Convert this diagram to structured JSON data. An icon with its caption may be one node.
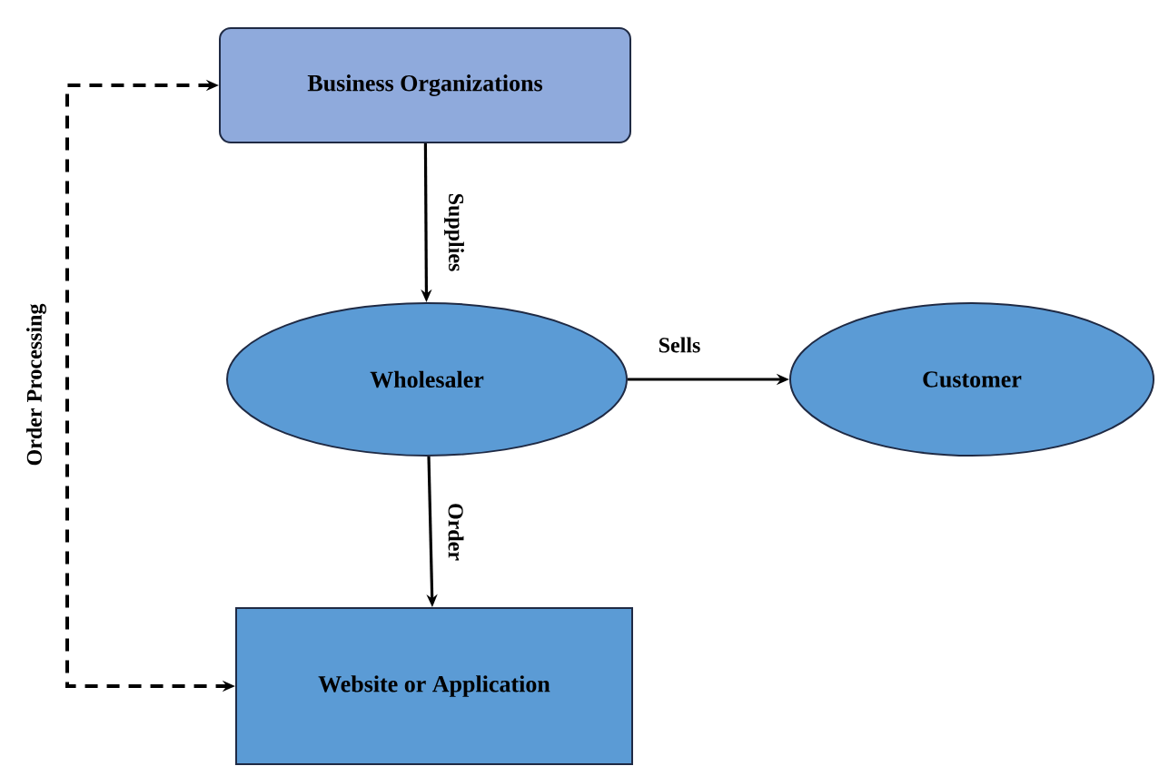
{
  "diagram": {
    "nodes": [
      {
        "text": [
          "Business Organizations"
        ]
      },
      {
        "text": [
          "Wholesaler"
        ]
      },
      {
        "text": [
          "Customer"
        ]
      },
      {
        "text": [
          "Website or Application"
        ]
      }
    ],
    "edges": [
      {
        "from": 0,
        "to": 1,
        "arrow": "to",
        "label": "Supplies"
      },
      {
        "from": 1,
        "to": 2,
        "arrow": "to",
        "label": "Sells"
      },
      {
        "from": 1,
        "to": 3,
        "arrow": "to",
        "label": "Order"
      },
      {
        "from": 0,
        "to": 3,
        "arrow": "both",
        "style": "dashed",
        "label": "Order Processing"
      }
    ]
  }
}
